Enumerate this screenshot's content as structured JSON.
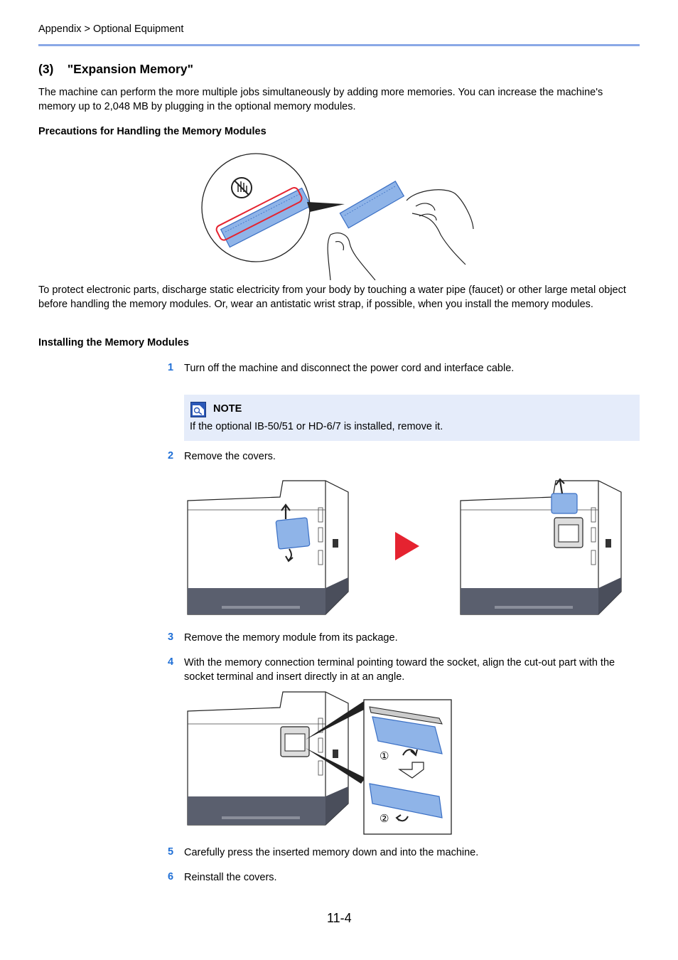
{
  "header": {
    "breadcrumb": "Appendix > Optional Equipment"
  },
  "section": {
    "number": "(3)",
    "title": "\"Expansion Memory\"",
    "intro": "The machine can perform the more multiple jobs simultaneously by adding more memories. You can increase the machine's memory up to 2,048 MB by plugging in the optional memory modules."
  },
  "precautions": {
    "heading": "Precautions for Handling the Memory Modules",
    "text": "To protect electronic parts, discharge static electricity from your body by touching a water pipe (faucet) or other large metal object before handling the memory modules. Or, wear an antistatic wrist strap, if possible, when you install the memory modules."
  },
  "installing": {
    "heading": "Installing the Memory Modules",
    "steps": [
      {
        "num": "1",
        "text": "Turn off the machine and disconnect the power cord and interface cable."
      },
      {
        "num": "2",
        "text": "Remove the covers."
      },
      {
        "num": "3",
        "text": "Remove the memory module from its package."
      },
      {
        "num": "4",
        "text": "With the memory connection terminal pointing toward the socket, align the cut-out part with the socket terminal and insert directly in at an angle."
      },
      {
        "num": "5",
        "text": "Carefully press the inserted memory down and into the machine."
      },
      {
        "num": "6",
        "text": "Reinstall the covers."
      }
    ],
    "note": {
      "label": "NOTE",
      "text": "If the optional IB-50/51 or HD-6/7 is installed, remove it."
    }
  },
  "figure_labels": {
    "callout_1": "①",
    "callout_2": "②"
  },
  "colors": {
    "accent": "#1f6fd6",
    "rule": "#8aa8e6",
    "note_bg": "#e5ecfa",
    "arrow_red": "#e52330",
    "memory_blue": "#8fb4e8"
  },
  "footer": {
    "page_number": "11-4"
  }
}
